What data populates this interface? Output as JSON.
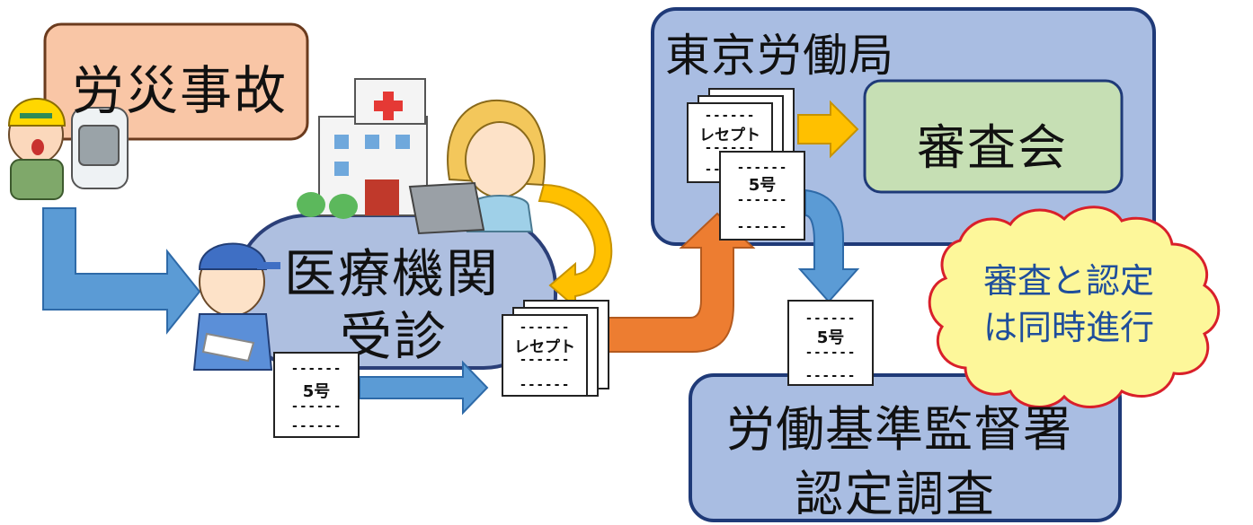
{
  "nodes": {
    "accident": "労災事故",
    "medical_line1": "医療機関",
    "medical_line2": "受診",
    "bureau": "東京労働局",
    "committee": "審査会",
    "inspection_line1": "労働基準監督署",
    "inspection_line2": "認定調査"
  },
  "cloud": {
    "line1": "審査と認定",
    "line2": "は同時進行"
  },
  "documents": {
    "form5": "5号",
    "receipt": "レセプト",
    "dashes": "------"
  },
  "colors": {
    "accident_fill": "#f9c6a6",
    "accident_border": "#6b3b1e",
    "medical_fill": "#aebfe0",
    "bureau_fill": "#a9bde2",
    "committee_fill": "#c6dfb4",
    "cloud_fill": "#fdf79a",
    "cloud_border": "#d9202a",
    "blue_arrow": "#5b9bd5",
    "orange_arrow": "#ed7d31",
    "yellow_arrow": "#ffc000"
  }
}
